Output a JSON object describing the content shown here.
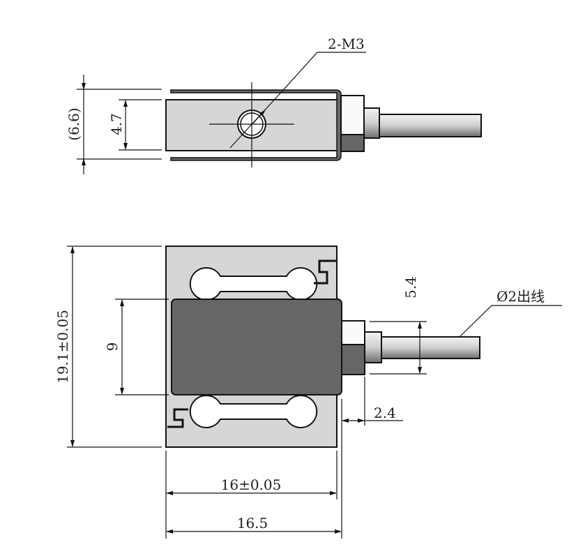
{
  "top_view": {
    "thread_callout": "2-M3",
    "height_dim": "(6.6)",
    "slot_dim": "4.7"
  },
  "front_view": {
    "height_dim": "19.1±0.05",
    "block_dim": "9",
    "cable_offset_dim": "5.4",
    "cable_label": "Ø2出线",
    "nut_dim": "2.4",
    "width_dim": "16±0.05",
    "overall_width_dim": "16.5"
  }
}
